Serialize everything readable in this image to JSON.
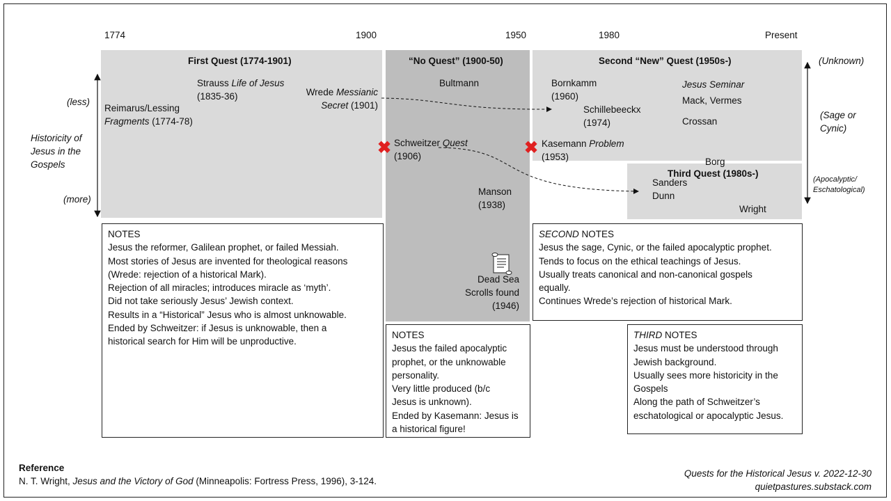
{
  "years": [
    "1774",
    "1900",
    "1950",
    "1980",
    "Present"
  ],
  "quests": {
    "first": {
      "title": "First Quest (1774-1901)",
      "reimarus": {
        "line1": "Reimarus/Lessing",
        "line2_italic": "Fragments",
        "line2_rest": " (1774-78)"
      },
      "strauss": {
        "line1_plain": "Strauss ",
        "line1_italic": "Life of Jesus",
        "line2": "(1835-36)"
      },
      "wrede": {
        "line1_plain": "Wrede ",
        "line1_italic": "Messianic",
        "line2_italic": "Secret",
        "line2_rest": " (1901)"
      }
    },
    "no": {
      "title": "“No Quest” (1900-50)",
      "bultmann": "Bultmann",
      "schweitzer": {
        "line1_plain": "Schweitzer ",
        "line1_italic": "Quest",
        "line2": "(1906)"
      },
      "manson": {
        "line1": "Manson",
        "line2": "(1938)"
      },
      "dss": {
        "line1": "Dead Sea",
        "line2": "Scrolls found",
        "line3": "(1946)"
      }
    },
    "second": {
      "title": "Second “New” Quest (1950s-)",
      "bornkamm": {
        "line1": "Bornkamm",
        "line2": "(1960)"
      },
      "schillebeeckx": {
        "line1": "Schillebeeckx",
        "line2": "(1974)"
      },
      "kasemann": {
        "line1_plain": "Kasemann ",
        "line1_italic": "Problem",
        "line2": "(1953)"
      },
      "jesus_seminar": "Jesus Seminar",
      "mack": "Mack, Vermes",
      "crossan": "Crossan"
    },
    "third": {
      "title": "Third Quest (1980s-)",
      "borg": "Borg",
      "sanders": "Sanders",
      "dunn": "Dunn",
      "wright": "Wright"
    }
  },
  "axis": {
    "less": "(less)",
    "more": "(more)",
    "label": [
      "Historicity of",
      "Jesus in the",
      "Gospels"
    ],
    "unknown": "(Unknown)",
    "sage": [
      "(Sage or",
      "Cynic)"
    ],
    "apoc": [
      "(Apocalyptic/",
      "Eschatological)"
    ]
  },
  "notes": {
    "first": {
      "heading": "NOTES",
      "lines": [
        "Jesus the reformer, Galilean prophet, or failed Messiah.",
        "Most stories of Jesus are invented for theological reasons",
        "(Wrede: rejection of a historical Mark).",
        "Rejection of all miracles; introduces miracle as ‘myth’.",
        "Did not take seriously Jesus’ Jewish context.",
        "Results in a “Historical” Jesus who is almost unknowable.",
        "Ended by Schweitzer: if Jesus is unknowable, then a",
        "historical search for Him will be unproductive."
      ]
    },
    "no": {
      "heading": "NOTES",
      "lines": [
        "Jesus the failed apocalyptic",
        "prophet, or the unknowable",
        "personality.",
        "Very little produced (b/c",
        "Jesus is unknown).",
        "Ended by Kasemann: Jesus is",
        "a historical figure!"
      ]
    },
    "second": {
      "heading_italic": "SECOND",
      "heading_rest": " NOTES",
      "lines": [
        "Jesus the sage, Cynic, or the failed apocalyptic prophet.",
        "Tends to focus on the ethical teachings of Jesus.",
        "Usually treats canonical and non-canonical gospels",
        "equally.",
        "Continues Wrede’s rejection of historical Mark."
      ]
    },
    "third": {
      "heading_italic": "THIRD",
      "heading_rest": " NOTES",
      "lines": [
        "Jesus must be understood through",
        "Jewish background.",
        "Usually sees more historicity in the",
        "Gospels",
        "Along the path of Schweitzer’s",
        "eschatological or apocalyptic Jesus."
      ]
    }
  },
  "reference": {
    "heading": "Reference",
    "author": "N. T. Wright, ",
    "book_italic": "Jesus and the Victory of God",
    "rest": " (Minneapolis: Fortress Press, 1996), 3-124."
  },
  "footer": {
    "title": "Quests for the Historical Jesus v. 2022-12-30",
    "site": "quietpastures.substack.com"
  },
  "icons": {
    "cross": "cross-mark-icon",
    "scroll": "scroll-icon"
  },
  "colors": {
    "panel_light": "#dadada",
    "panel_dark": "#bdbdbd",
    "cross": "#e02020"
  }
}
